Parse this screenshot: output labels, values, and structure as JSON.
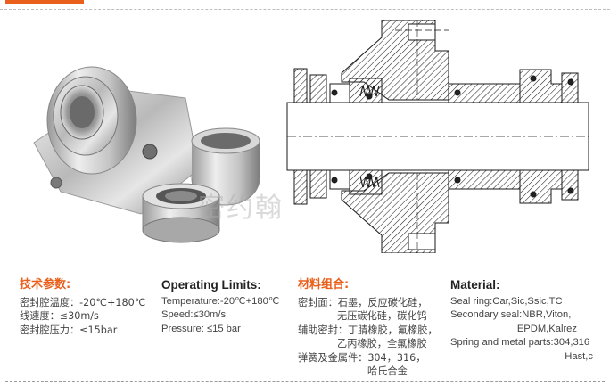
{
  "watermark": "密约翰",
  "specs_cn": {
    "heading": "技术参数:",
    "lines": [
      "密封腔温度：-20℃+180℃",
      "线速度：≤30m/s",
      "密封腔压力：≤15bar"
    ]
  },
  "specs_en": {
    "heading": "Operating Limits:",
    "lines": [
      "Temperature:-20℃+180℃",
      "Speed:≤30m/s",
      "Pressure: ≤15 bar"
    ]
  },
  "material_cn": {
    "heading": "材料组合:",
    "lines": [
      "密封面：石墨，反应碳化硅，",
      "无压碳化硅，碳化钨",
      "辅助密封：丁腈橡胶，氟橡胶，",
      "乙丙橡胶，全氟橡胶",
      "弹簧及金属件：304，316，",
      "哈氏合金"
    ]
  },
  "material_en": {
    "heading": "Material:",
    "lines": [
      "Seal ring:Car,Sic,Ssic,TC",
      "Secondary seal:NBR,Viton,",
      "EPDM,Kalrez",
      "Spring and metal parts:304,316",
      "Hast,c"
    ]
  },
  "colors": {
    "accent": "#e8601c",
    "hatch": "#222222"
  }
}
